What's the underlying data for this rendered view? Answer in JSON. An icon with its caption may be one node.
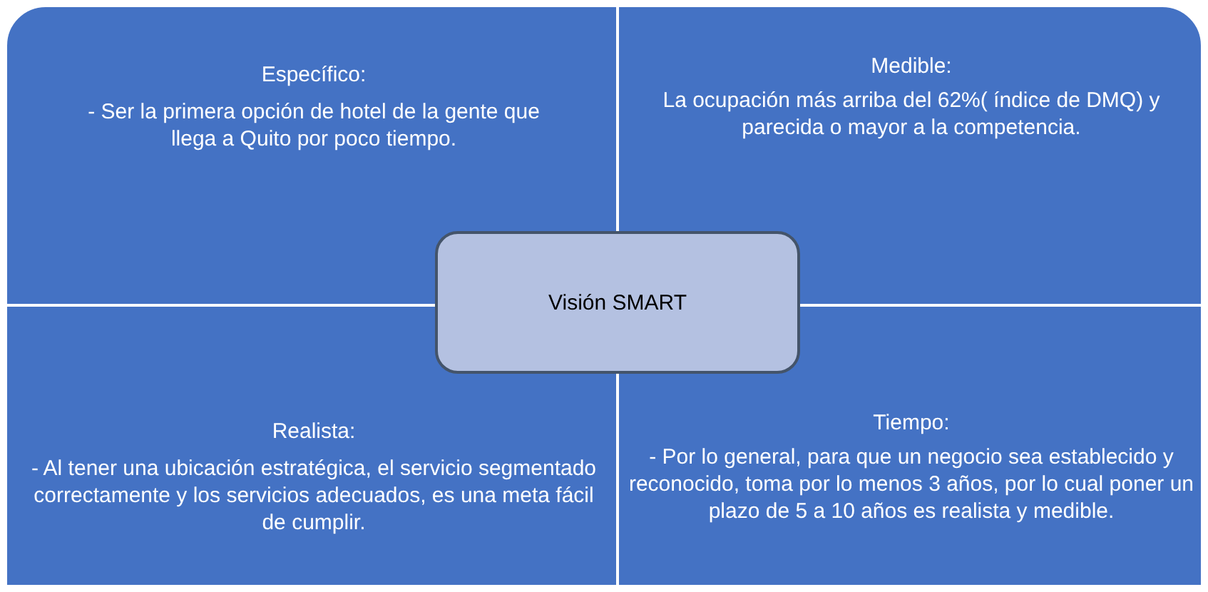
{
  "diagram": {
    "nodes": [
      {
        "text": [
          "Específico:",
          "- Ser la primera opción de hotel de la gente que llega a Quito por poco tiempo."
        ]
      },
      {
        "text": [
          "Medible:",
          "La ocupación más arriba del 62%( índice de DMQ) y parecida o mayor a la competencia."
        ]
      },
      {
        "text": [
          "Visión SMART"
        ]
      },
      {
        "text": [
          "Realista:",
          "- Al tener una ubicación estratégica, el servicio segmentado correctamente y los servicios adecuados, es una meta fácil de cumplir."
        ]
      },
      {
        "text": [
          "Tiempo:",
          "- Por lo general, para que un negocio sea establecido y reconocido, toma por lo menos 3 años, por lo cual poner un plazo de 5 a 10 años es realista y medible."
        ]
      }
    ]
  }
}
